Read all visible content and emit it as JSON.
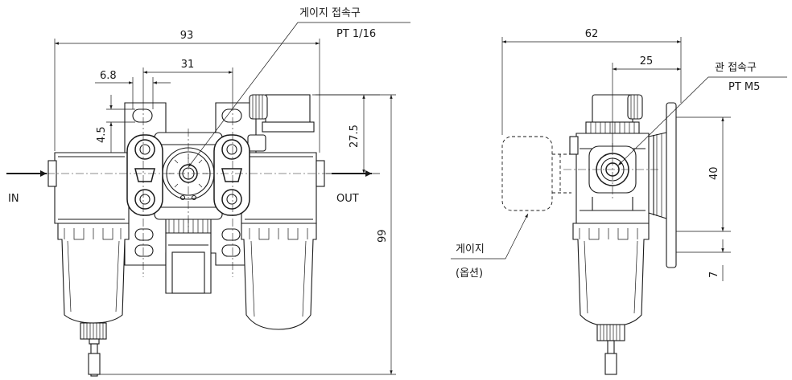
{
  "labels": {
    "gauge_port": "게이지 접속구",
    "gauge_port_thread": "PT 1/16",
    "pipe_port": "관 접속구",
    "pipe_port_thread": "PT  M5",
    "inlet": "IN",
    "outlet": "OUT",
    "gauge": "게이지",
    "gauge_option": "(옵션)"
  },
  "dimensions": {
    "front_total_width": "93",
    "front_pitch": "31",
    "front_slot": "6.8",
    "front_mount_offset": "4.5",
    "front_port_height": "27.5",
    "front_total_height": "99",
    "side_total_depth": "62",
    "side_port_depth": "25",
    "side_bracket_height": "40",
    "side_bracket_base": "7"
  },
  "colors": {
    "line": "#1a1a1a",
    "background": "#ffffff"
  }
}
